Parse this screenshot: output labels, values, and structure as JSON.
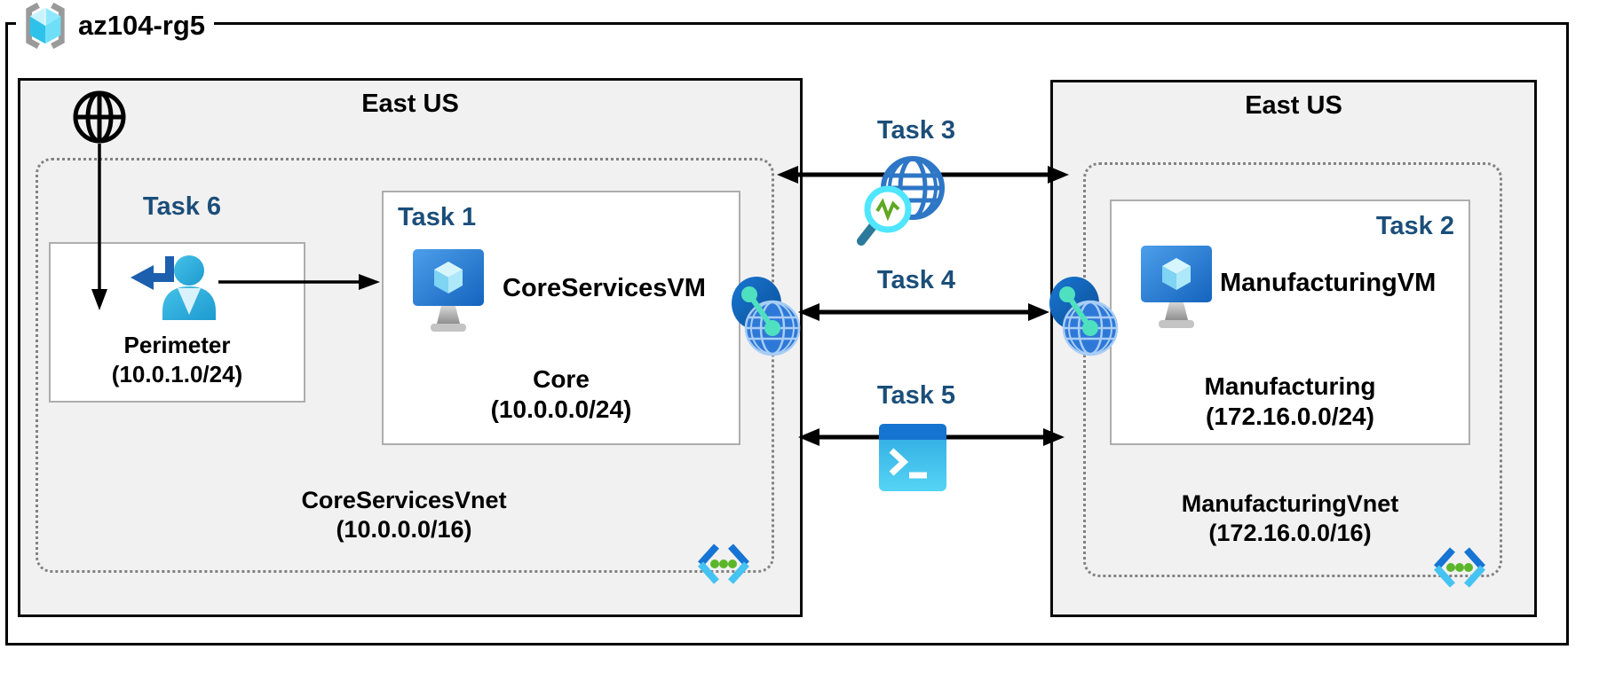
{
  "resource_group": {
    "name": "az104-rg5"
  },
  "regions": {
    "left": {
      "label": "East US"
    },
    "right": {
      "label": "East US"
    }
  },
  "vnets": {
    "core": {
      "name": "CoreServicesVnet",
      "cidr": "(10.0.0.0/16)"
    },
    "manufacturing": {
      "name": "ManufacturingVnet",
      "cidr": "(172.16.0.0/16)"
    }
  },
  "subnets": {
    "perimeter": {
      "name": "Perimeter",
      "cidr": "(10.0.1.0/24)"
    },
    "core": {
      "name": "Core",
      "cidr": "(10.0.0.0/24)"
    },
    "manufacturing": {
      "name": "Manufacturing",
      "cidr": "(172.16.0.0/24)"
    }
  },
  "vms": {
    "core": "CoreServicesVM",
    "manufacturing": "ManufacturingVM"
  },
  "tasks": {
    "task1": "Task 1",
    "task2": "Task 2",
    "task3": "Task 3",
    "task4": "Task 4",
    "task5": "Task 5",
    "task6": "Task 6"
  },
  "icons": [
    "resource-group-icon",
    "internet-icon",
    "user-return-icon",
    "virtual-machine-icon",
    "network-watcher-icon",
    "vnet-peering-icon",
    "cloud-shell-icon",
    "virtual-network-icon"
  ],
  "colors": {
    "task_label": "#1B4E79",
    "region_fill": "#F1F1F1",
    "vm_blue": "#1565C4",
    "cube_cyan": "#50E6FF",
    "peer_mint": "#4FE0C0",
    "vnet_green_dots": "#5CB62B",
    "shell_blue": "#1574D0",
    "arrow_black": "#000000"
  }
}
